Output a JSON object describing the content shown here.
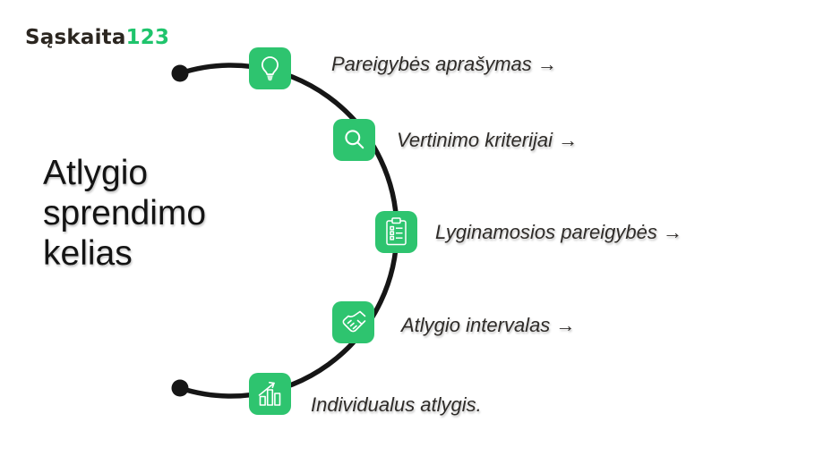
{
  "brand": {
    "name_dark": "Sąskaita",
    "name_accent": "123"
  },
  "title": "Atlygio sprendimo kelias",
  "steps": [
    {
      "icon": "lightbulb-icon",
      "label": "Pareigybės aprašymas →"
    },
    {
      "icon": "search-icon",
      "label": "Vertinimo kriterijai →"
    },
    {
      "icon": "clipboard-checklist-icon",
      "label": "Lyginamosios pareigybės →"
    },
    {
      "icon": "handshake-icon",
      "label": "Atlygio intervalas →"
    },
    {
      "icon": "growth-chart-icon",
      "label": "Individualus atlygis."
    }
  ],
  "colors": {
    "tile-green": "#2EC46F",
    "logo-green": "#1FC46C",
    "path-ink": "#161616",
    "text-ink": "#2E2B28"
  }
}
